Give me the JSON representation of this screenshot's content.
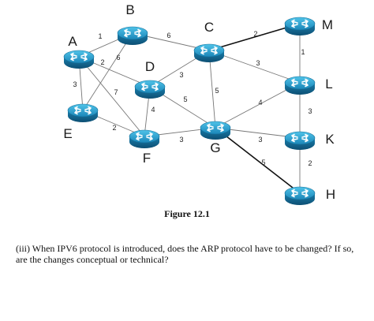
{
  "diagram": {
    "nodes": [
      {
        "id": "A",
        "label": "A"
      },
      {
        "id": "B",
        "label": "B"
      },
      {
        "id": "C",
        "label": "C"
      },
      {
        "id": "D",
        "label": "D"
      },
      {
        "id": "E",
        "label": "E"
      },
      {
        "id": "F",
        "label": "F"
      },
      {
        "id": "G",
        "label": "G"
      },
      {
        "id": "M",
        "label": "M"
      },
      {
        "id": "L",
        "label": "L"
      },
      {
        "id": "K",
        "label": "K"
      },
      {
        "id": "H",
        "label": "H"
      }
    ],
    "edges": [
      {
        "from": "A",
        "to": "B",
        "weight": "1"
      },
      {
        "from": "A",
        "to": "D",
        "weight": "2"
      },
      {
        "from": "A",
        "to": "E",
        "weight": "3"
      },
      {
        "from": "A",
        "to": "F",
        "weight": "7"
      },
      {
        "from": "B",
        "to": "C",
        "weight": "6"
      },
      {
        "from": "B",
        "to": "E",
        "weight": "6"
      },
      {
        "from": "C",
        "to": "M",
        "weight": "2"
      },
      {
        "from": "C",
        "to": "L",
        "weight": "3"
      },
      {
        "from": "C",
        "to": "G",
        "weight": "5"
      },
      {
        "from": "C",
        "to": "D",
        "weight": "3"
      },
      {
        "from": "D",
        "to": "F",
        "weight": "4"
      },
      {
        "from": "D",
        "to": "G",
        "weight": "5"
      },
      {
        "from": "E",
        "to": "F",
        "weight": "2"
      },
      {
        "from": "F",
        "to": "G",
        "weight": "3"
      },
      {
        "from": "G",
        "to": "L",
        "weight": "4"
      },
      {
        "from": "G",
        "to": "K",
        "weight": "3"
      },
      {
        "from": "G",
        "to": "H",
        "weight": "5"
      },
      {
        "from": "M",
        "to": "L",
        "weight": "1"
      },
      {
        "from": "L",
        "to": "K",
        "weight": "3"
      },
      {
        "from": "K",
        "to": "H",
        "weight": "2"
      }
    ]
  },
  "caption": "Figure 12.1",
  "question": "(iii) When IPV6 protocol is introduced, does the ARP protocol have to be changed? If so, are the changes conceptual or technical?"
}
